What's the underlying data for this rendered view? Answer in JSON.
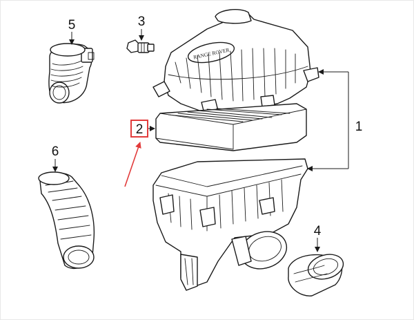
{
  "callouts": {
    "c1": "1",
    "c2": "2",
    "c3": "3",
    "c4": "4",
    "c5": "5",
    "c6": "6"
  },
  "lid_emblem": "RANGE ROVER",
  "highlight": {
    "target_callout": "2",
    "box_color": "#e23b3b",
    "arrow_color": "#e23b3b"
  }
}
